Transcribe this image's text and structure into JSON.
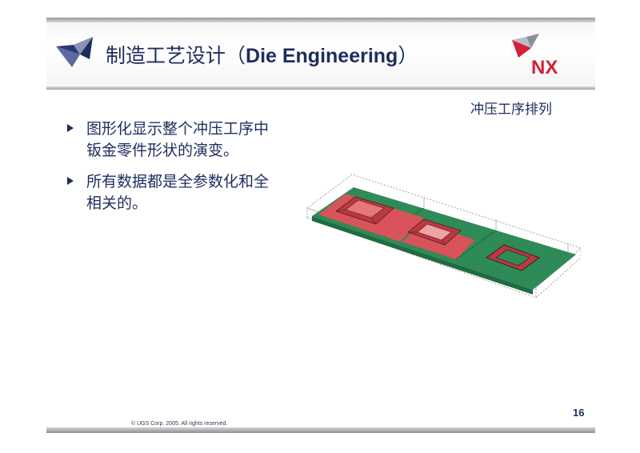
{
  "header": {
    "title_cn": "制造工艺设计（",
    "title_en": "Die Engineering",
    "title_close": "）",
    "brand": "NX"
  },
  "subtitle": "冲压工序排列",
  "bullets": [
    {
      "text": "图形化显示整个冲压工序中钣金零件形状的演变。"
    },
    {
      "text": "所有数据都是全参数化和全相关的。"
    }
  ],
  "footer": {
    "page_number": "16",
    "copyright": "© UGS Corp. 2005. All rights reserved."
  },
  "colors": {
    "title": "#1e2d5e",
    "brand_red": "#d42038",
    "sheet_green": "#2e8a57",
    "part_red": "#d9535a"
  },
  "icons": [
    "ugs-logo-icon",
    "nx-logo-icon",
    "bullet-arrow-icon"
  ]
}
